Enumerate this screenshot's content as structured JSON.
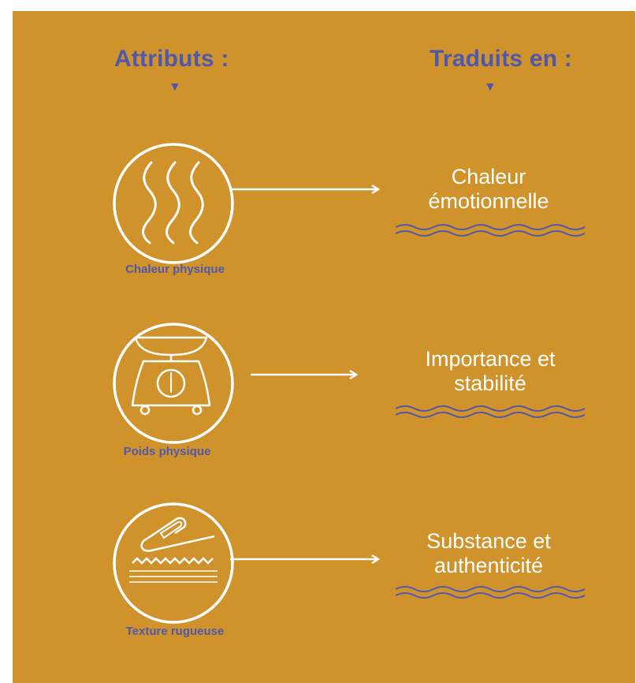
{
  "colors": {
    "background": "#d0922b",
    "accent": "#4e58ad",
    "line": "#ffffff",
    "page": "#ffffff"
  },
  "headers": {
    "left": "Attributs :",
    "right": "Traduits en :",
    "marker": "▼"
  },
  "rows": [
    {
      "icon": "heat-waves-icon",
      "caption": "Chaleur physique",
      "result_line1": "Chaleur",
      "result_line2": "émotionnelle"
    },
    {
      "icon": "kitchen-scale-icon",
      "caption": "Poids physique",
      "result_line1": "Importance et",
      "result_line2": "stabilité"
    },
    {
      "icon": "finger-texture-icon",
      "caption": "Texture rugueuse",
      "result_line1": "Substance et",
      "result_line2": "authenticité"
    }
  ]
}
